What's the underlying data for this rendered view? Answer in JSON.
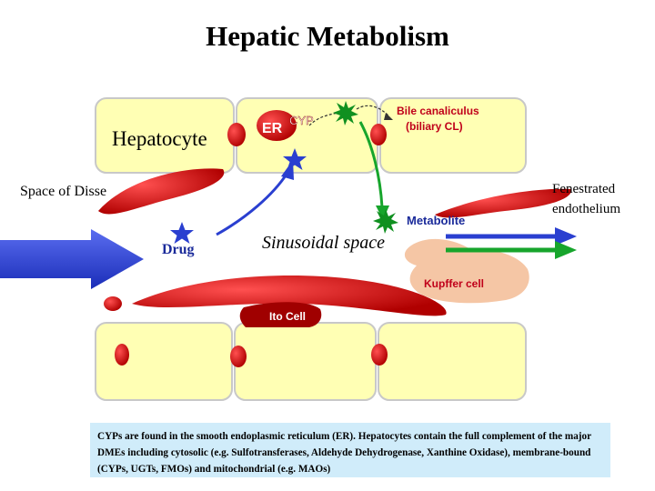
{
  "title": "Hepatic Metabolism",
  "labels": {
    "hepatocyte": "Hepatocyte",
    "er": "ER",
    "cyp": "CYP",
    "bile_canaliculus_line1": "Bile canaliculus",
    "bile_canaliculus_line2": "(biliary CL)",
    "space_of_disse": "Space of Disse",
    "fenestrated_line1": "Fenestrated",
    "fenestrated_line2": "endothelium",
    "metabolite": "Metabolite",
    "drug": "Drug",
    "sinusoidal_space": "Sinusoidal space",
    "kupffer_cell": "Kupffer cell",
    "ito_cell": "Ito Cell"
  },
  "caption": "CYPs are found in the smooth endoplasmic reticulum (ER). Hepatocytes contain the full complement of the major DMEs including cytosolic (e.g. Sulfotransferases, Aldehyde Dehydrogenase, Xanthine Oxidase), membrane-bound (CYPs, UGTs, FMOs) and mitochondrial (e.g. MAOs)",
  "colors": {
    "hepatocyte_fill": "#ffffb4",
    "cell_outline": "#c8c8c8",
    "red_cell": "#c81414",
    "drug_arrow": "#2a3fd0",
    "metabolite_arrow": "#17a52c",
    "bile_text": "#c0001a",
    "kupffer": "#f5c6a5",
    "caption_bg": "#d0ecfa"
  }
}
